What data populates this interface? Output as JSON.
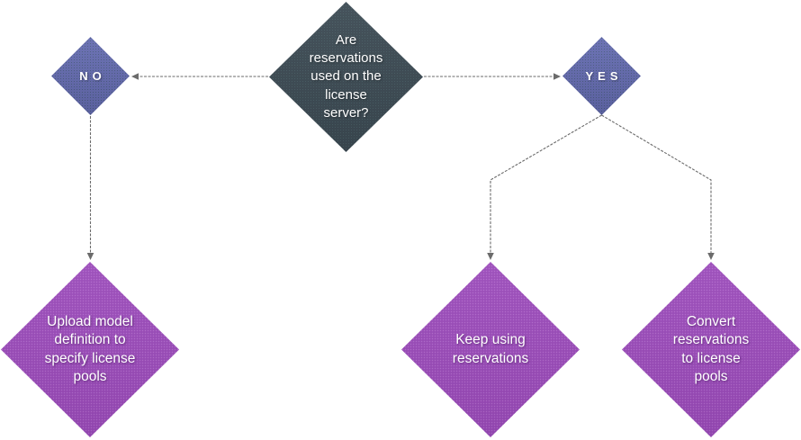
{
  "diagram": {
    "nodes": {
      "decision": {
        "label": "Are\nreservations\nused on the\nlicense\nserver?",
        "type": "decision"
      },
      "no": {
        "label": "NO",
        "type": "branch"
      },
      "yes": {
        "label": "YES",
        "type": "branch"
      },
      "upload": {
        "label": "Upload model\ndefinition to\nspecify license\npools",
        "type": "action"
      },
      "keep": {
        "label": "Keep using\nreservations",
        "type": "action"
      },
      "convert": {
        "label": "Convert\nreservations\nto license\npools",
        "type": "action"
      }
    },
    "edges": [
      {
        "from": "decision",
        "to": "no"
      },
      {
        "from": "decision",
        "to": "yes"
      },
      {
        "from": "no",
        "to": "upload"
      },
      {
        "from": "yes",
        "to": "keep"
      },
      {
        "from": "yes",
        "to": "convert"
      }
    ],
    "colors": {
      "decision_fill": "#3c4a53",
      "branch_fill": "#646bb0",
      "action_fill": "#9e4ebd",
      "connector": "#6b6b6b",
      "text": "#ffffff"
    }
  }
}
